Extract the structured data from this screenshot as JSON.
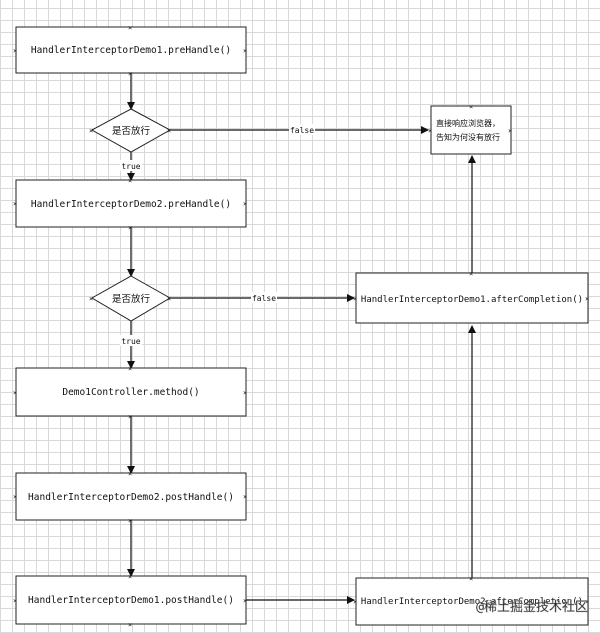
{
  "nodes": {
    "pre1": "HandlerInterceptorDemo1.preHandle()",
    "decision1": "是否放行",
    "pre2": "HandlerInterceptorDemo2.preHandle()",
    "decision2": "是否放行",
    "controller": "Demo1Controller.method()",
    "post2": "HandlerInterceptorDemo2.postHandle()",
    "post1": "HandlerInterceptorDemo1.postHandle()",
    "respond_line1": "直接响应浏览器，",
    "respond_line2": "告知为何没有放行",
    "after1": "HandlerInterceptorDemo1.afterCompletion()",
    "after2": "HandlerInterceptorDemo2.afterCompletion()"
  },
  "edges": {
    "d1_false": "false",
    "d1_true": "true",
    "d2_false": "false",
    "d2_true": "true"
  },
  "watermark": "@稀土掘金技术社区"
}
